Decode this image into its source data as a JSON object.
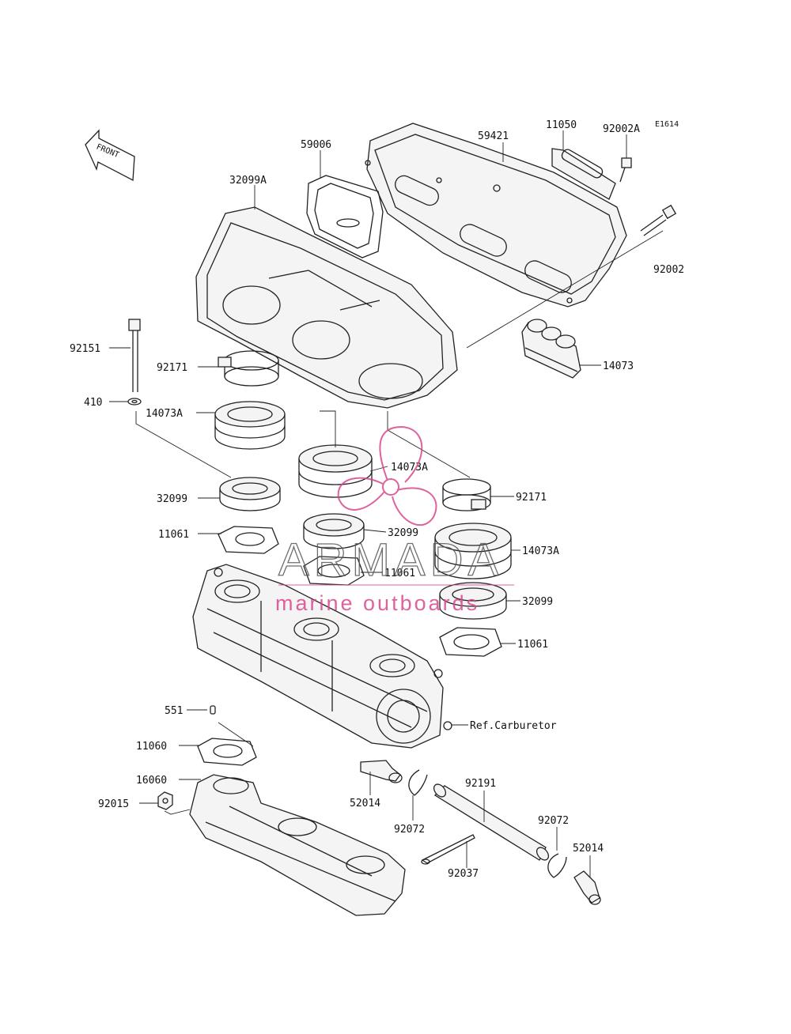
{
  "diagram_code": "E1614",
  "front_label": "FRONT",
  "reference": "Ref.Carburetor",
  "watermark": {
    "brand": "ARMADA",
    "tagline": "marine outboards",
    "color": "#d9478c"
  },
  "parts": {
    "p59421": "59421",
    "p11050": "11050",
    "p92002A": "92002A",
    "p59006": "59006",
    "p32099A": "32099A",
    "p92002": "92002",
    "p92151": "92151",
    "p92171_a": "92171",
    "p14073": "14073",
    "p410": "410",
    "p14073A_a": "14073A",
    "p14073A_b": "14073A",
    "p92171_b": "92171",
    "p32099_a": "32099",
    "p11061_a": "11061",
    "p32099_b": "32099",
    "p14073A_c": "14073A",
    "p11061_b": "11061",
    "p32099_c": "32099",
    "p11061_c": "11061",
    "p551": "551",
    "p11060": "11060",
    "p16060": "16060",
    "p92015": "92015",
    "p52014_a": "52014",
    "p92191": "92191",
    "p92072_a": "92072",
    "p92072_b": "92072",
    "p52014_b": "52014",
    "p92037": "92037"
  }
}
